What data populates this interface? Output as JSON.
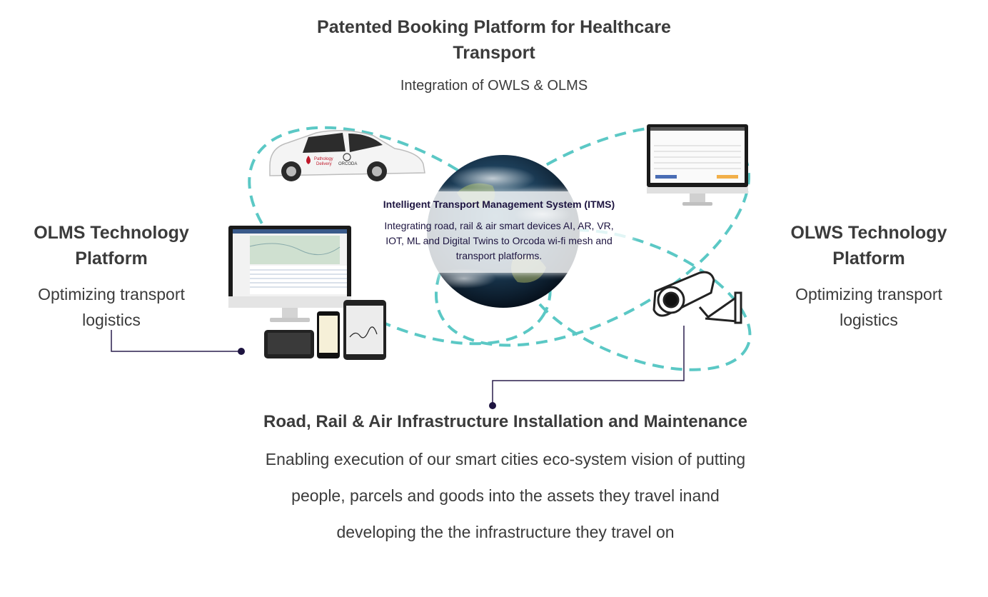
{
  "header": {
    "title_line1": "Patented Booking Platform for Healthcare",
    "title_line2": "Transport",
    "subtitle": "Integration of OWLS & OLMS"
  },
  "left": {
    "heading_line1": "OLMS Technology",
    "heading_line2": "Platform",
    "text_line1": "Optimizing transport",
    "text_line2": "logistics"
  },
  "right": {
    "heading_line1": "OLWS Technology",
    "heading_line2": "Platform",
    "text_line1": "Optimizing transport",
    "text_line2": "logistics"
  },
  "center": {
    "title": "Intelligent Transport Management System (ITMS)",
    "desc_line1": "Integrating road, rail & air smart devices AI, AR, VR,",
    "desc_line2": "IOT, ML and Digital Twins to Orcoda wi-fi mesh and",
    "desc_line3": "transport platforms."
  },
  "vehicle": {
    "door_label_line1": "Pathology",
    "door_label_line2": "Delivery",
    "brand": "ORCODA"
  },
  "bottom": {
    "heading": "Road, Rail & Air Infrastructure Installation and Maintenance",
    "line1": "Enabling execution of our smart cities eco-system vision of putting",
    "line2": "people, parcels and goods into the assets they travel inand",
    "line3": "developing the the infrastructure they travel on"
  },
  "colors": {
    "dashed_orbit": "#5bc8c5",
    "connector": "#2a1f4d",
    "text": "#3b3b3b",
    "card_text": "#1d1440"
  }
}
